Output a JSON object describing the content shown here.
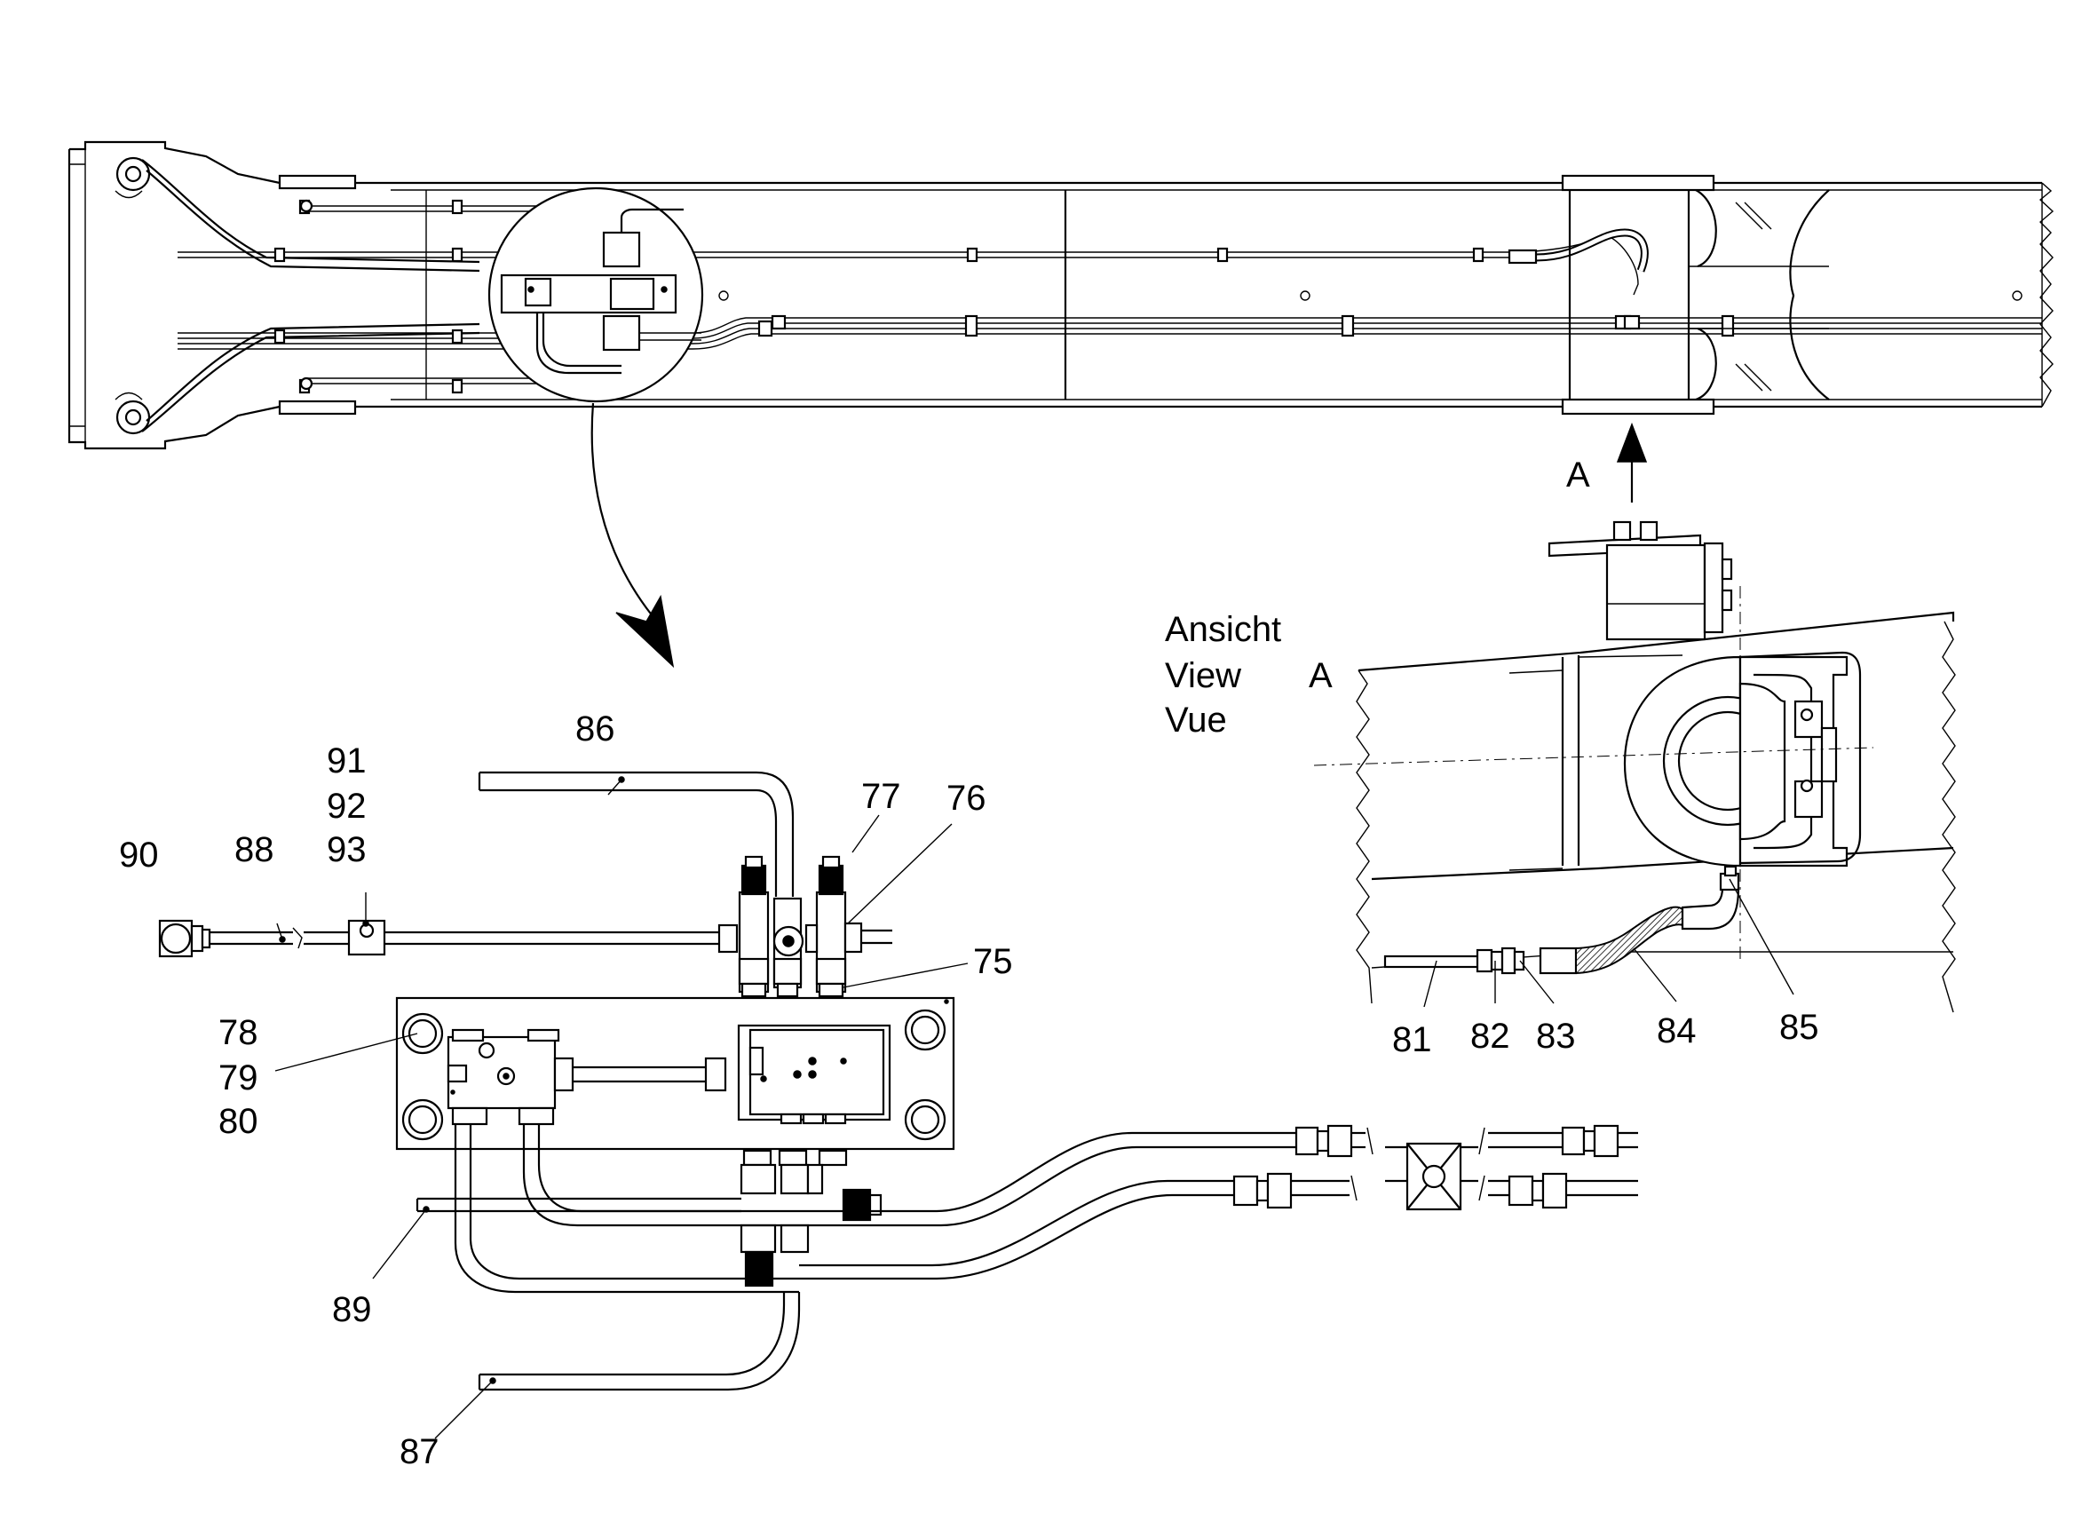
{
  "view": {
    "letter": "A",
    "caption_lines": [
      "Ansicht",
      "View",
      "Vue"
    ]
  },
  "part_numbers": {
    "p75": "75",
    "p76": "76",
    "p77": "77",
    "p78": "78",
    "p79": "79",
    "p80": "80",
    "p81": "81",
    "p82": "82",
    "p83": "83",
    "p84": "84",
    "p85": "85",
    "p86": "86",
    "p87": "87",
    "p88": "88",
    "p89": "89",
    "p90": "90",
    "p91": "91",
    "p92": "92",
    "p93": "93"
  }
}
